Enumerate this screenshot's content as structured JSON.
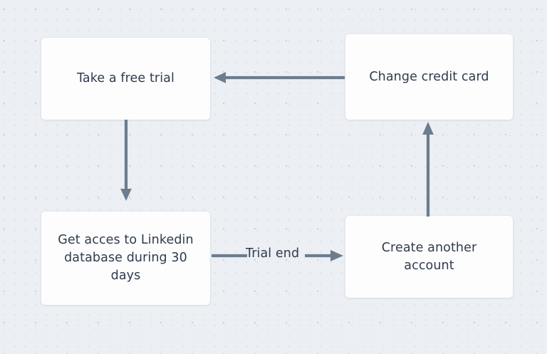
{
  "diagram": {
    "background_color": "#eceff3",
    "node_color": "#fdfdfe",
    "text_color": "#2f3b4d",
    "connector_color": "#6b7d8f",
    "nodes": [
      {
        "id": "take-free-trial",
        "label": "Take a free trial"
      },
      {
        "id": "change-credit",
        "label": "Change credit card"
      },
      {
        "id": "get-access",
        "label": "Get acces to Linkedin database during 30 days"
      },
      {
        "id": "create-account",
        "label": "Create another account"
      }
    ],
    "edges": [
      {
        "id": "change-to-trial",
        "from": "change-credit",
        "to": "take-free-trial",
        "direction": "left",
        "label": ""
      },
      {
        "id": "trial-to-access",
        "from": "take-free-trial",
        "to": "get-access",
        "direction": "down",
        "label": ""
      },
      {
        "id": "access-to-create",
        "from": "get-access",
        "to": "create-account",
        "direction": "right",
        "label": "Trial end"
      },
      {
        "id": "create-to-change",
        "from": "create-account",
        "to": "change-credit",
        "direction": "up",
        "label": ""
      }
    ]
  }
}
